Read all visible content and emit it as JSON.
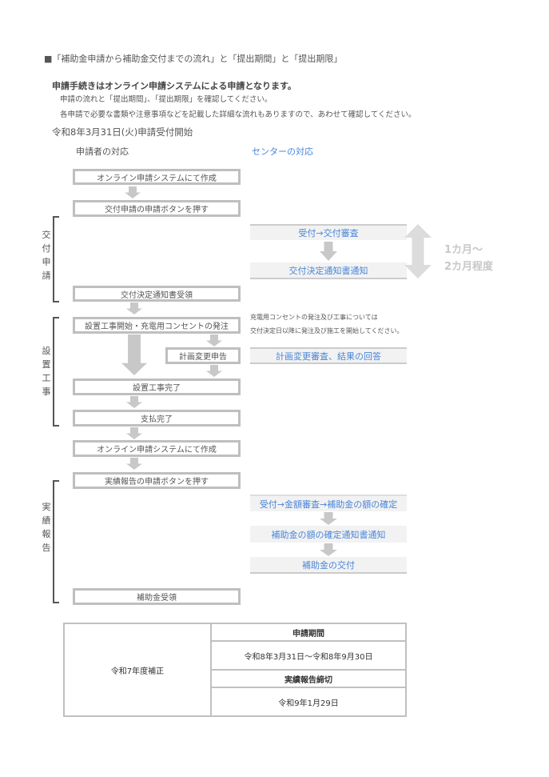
{
  "header": {
    "title": "■「補助金申請から補助金交付までの流れ」と「提出期間」と「提出期限」",
    "lead": "申請手続きはオンライン申請システムによる申請となります。",
    "note1": "申請の流れと「提出期間」、「提出期限」を確認してください。",
    "note2": "各申請で必要な書類や注意事項などを記載した詳細な流れもありますので、あわせて確認してください。",
    "start": "令和8年3月31日(火)申請受付開始",
    "col_applicant": "申請者の対応",
    "col_center": "センターの対応"
  },
  "phases": {
    "kofu": "交付申請",
    "setchi": "設置工事",
    "jisseki": "実績報告"
  },
  "applicant": {
    "s1": "オンライン申請システムにて作成",
    "s2": "交付申請の申請ボタンを押す",
    "s3": "交付決定通知書受領",
    "s4": "設置工事開始・充電用コンセントの発注",
    "s5": "計画変更申告",
    "s6": "設置工事完了",
    "s7": "支払完了",
    "s8": "オンライン申請システムにて作成",
    "s9": "実績報告の申請ボタンを押す",
    "s10": "補助金受領"
  },
  "center": {
    "c1": "受付→交付審査",
    "c2": "交付決定通知書通知",
    "c3": "計画変更審査、結果の回答",
    "c4": "受付→金額審査→補助金の額の確定",
    "c5": "補助金の額の確定通知書通知",
    "c6": "補助金の交付"
  },
  "duration": {
    "line1": "1カ月～",
    "line2": "2カ月程度"
  },
  "outlet_note": {
    "line1": "充電用コンセントの発注及び工事については",
    "line2": "交付決定日以降に発注及び施工を開始してください。"
  },
  "table": {
    "category": "令和7年度補正",
    "period_label": "申請期間",
    "period_value": "令和8年3月31日～令和8年9月30日",
    "deadline_label": "実績報告締切",
    "deadline_value": "令和9年1月29日"
  },
  "colors": {
    "accent": "#4a86d8",
    "border": "#bfbfbf"
  }
}
